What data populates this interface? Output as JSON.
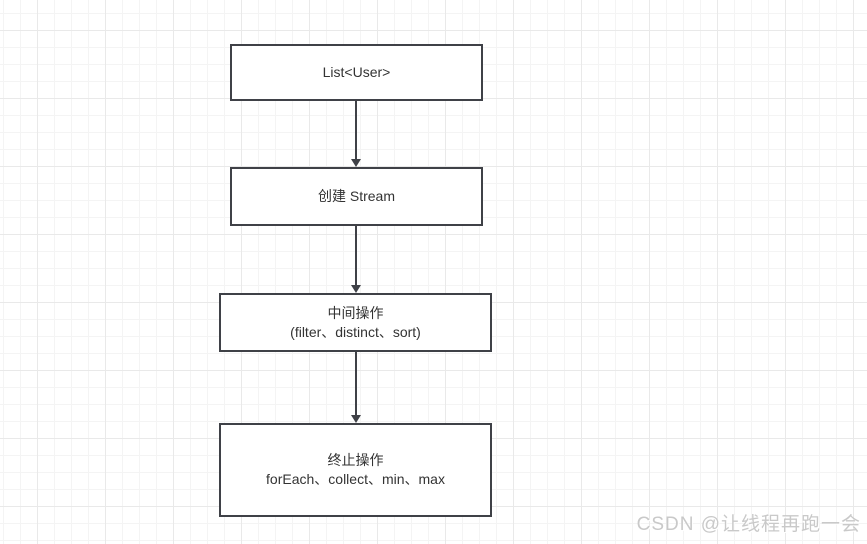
{
  "colors": {
    "grid_minor": "#f4f4f4",
    "grid_major": "#e9e9e9",
    "node_border": "#3f4147",
    "edge": "#3f4147",
    "text": "#333333",
    "watermark": "#c9c9c9"
  },
  "diagram": {
    "nodes": [
      {
        "label": "List<User>"
      },
      {
        "label": "创建 Stream"
      },
      {
        "line1": "中间操作",
        "line2": "(filter、distinct、sort)"
      },
      {
        "line1": "终止操作",
        "line2": "forEach、collect、min、max"
      }
    ]
  },
  "watermark": {
    "text": "CSDN @让线程再跑一会"
  }
}
